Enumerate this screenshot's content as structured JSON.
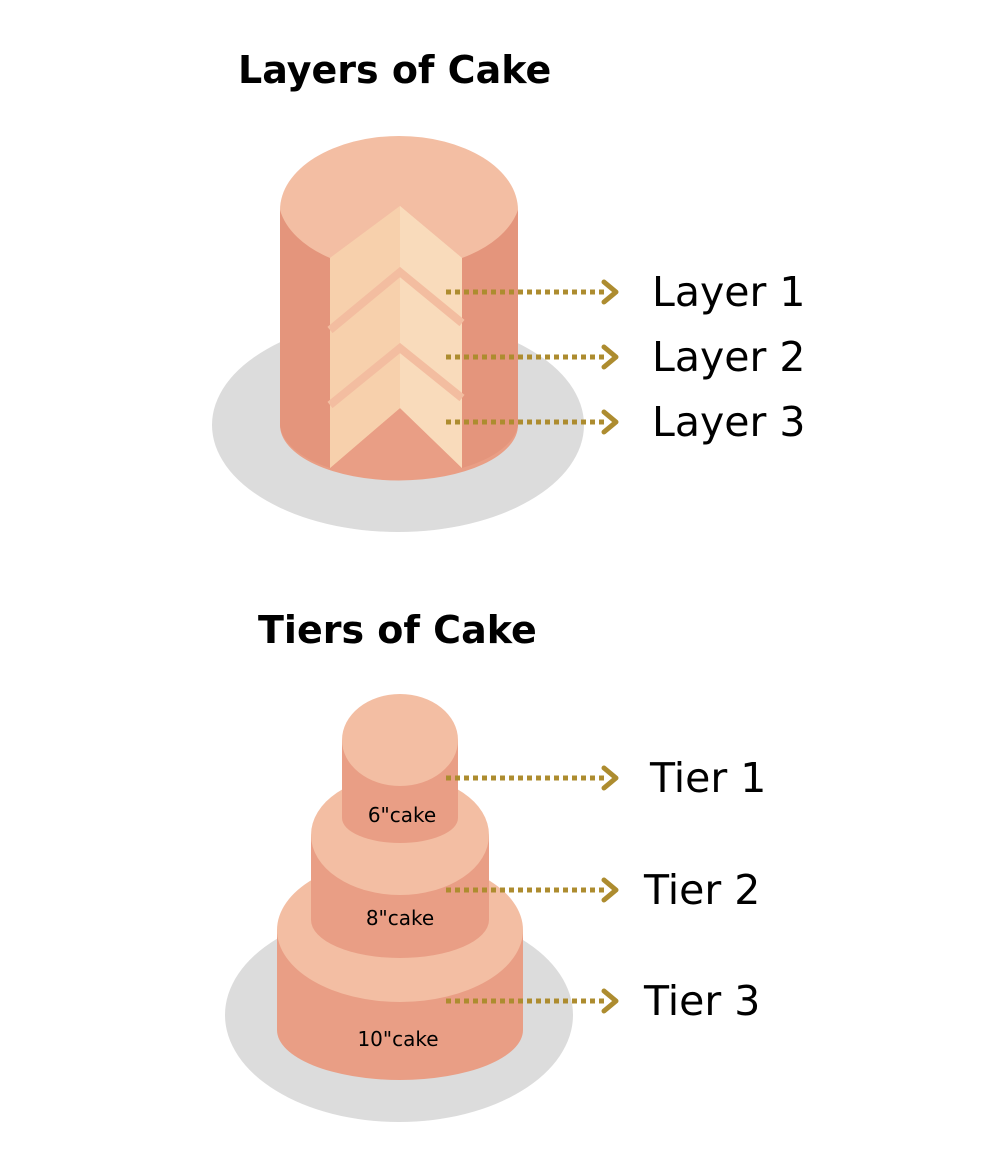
{
  "layers": {
    "title": "Layers of Cake",
    "items": [
      {
        "label": "Layer 1"
      },
      {
        "label": "Layer 2"
      },
      {
        "label": "Layer 3"
      }
    ]
  },
  "tiers": {
    "title": "Tiers of Cake",
    "items": [
      {
        "label": "Tier 1",
        "size": "6\"cake"
      },
      {
        "label": "Tier 2",
        "size": "8\"cake"
      },
      {
        "label": "Tier 3",
        "size": "10\"cake"
      }
    ]
  },
  "colors": {
    "plate": "#dcdcdc",
    "cake_side": "#e99e85",
    "cake_side_dark": "#e4957c",
    "cake_top": "#f3bea3",
    "cake_cut": "#f7d0ac",
    "cake_cut_inner": "#f9dbbb",
    "arrow": "#ad8c2f"
  }
}
